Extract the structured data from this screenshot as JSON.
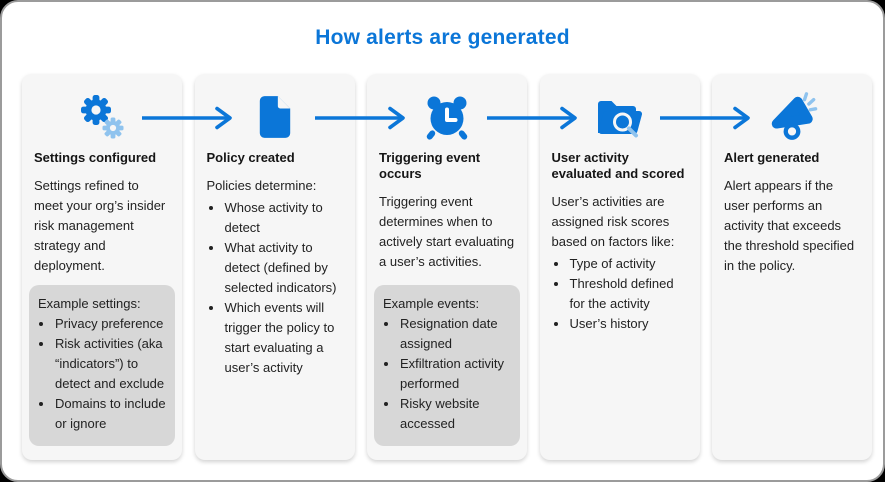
{
  "title": "How alerts are generated",
  "colors": {
    "accent_blue": "#0b76d8",
    "light_blue": "#8fc3ee",
    "card_background": "#f6f6f6",
    "example_box_background": "#d7d7d7"
  },
  "arrows": {
    "count": 4,
    "icon": "right-arrow-icon"
  },
  "cards": [
    {
      "icon": "gears-icon",
      "heading": "Settings configured",
      "intro": "Settings refined to meet your org’s insider risk management strategy and deployment.",
      "example": {
        "label": "Example settings:",
        "items": [
          "Privacy preference",
          "Risk activities (aka “indicators”) to detect and exclude",
          "Domains to include or ignore"
        ]
      }
    },
    {
      "icon": "document-icon",
      "heading": "Policy created",
      "intro": "Policies determine:",
      "bullets": [
        "Whose activity to detect",
        "What activity to detect (defined by selected indicators)",
        "Which events will trigger the policy to start evaluating a user’s activity"
      ]
    },
    {
      "icon": "alarm-clock-icon",
      "heading": "Triggering event occurs",
      "intro": "Triggering event determines when to actively start evaluating a user’s activities.",
      "example": {
        "label": "Example events:",
        "items": [
          "Resignation date assigned",
          "Exfiltration activity performed",
          "Risky website accessed"
        ]
      }
    },
    {
      "icon": "folder-search-icon",
      "heading": "User activity evaluated and scored",
      "intro": "User’s activities are assigned risk scores based on factors like:",
      "bullets": [
        "Type of activity",
        "Threshold defined for the activity",
        "User’s history"
      ]
    },
    {
      "icon": "megaphone-icon",
      "heading": "Alert generated",
      "intro": "Alert appears if the user performs an activity that exceeds the threshold specified in the policy."
    }
  ]
}
